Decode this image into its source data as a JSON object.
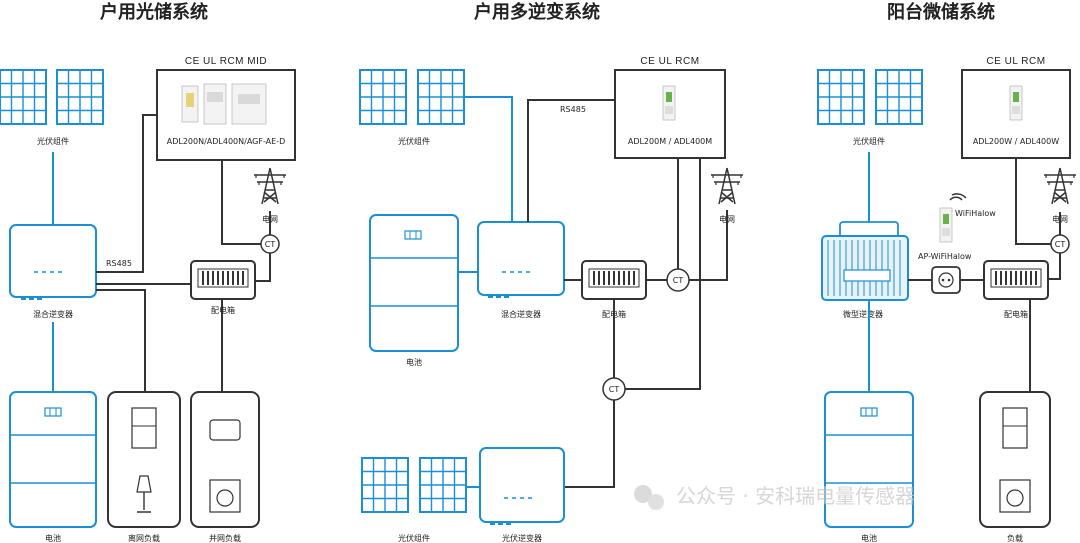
{
  "titles": {
    "residential": "户用光储系统",
    "multi": "户用多逆变系统",
    "balcony": "阳台微储系统"
  },
  "labels": {
    "pv": "光伏组件",
    "hybrid_inverter": "混合逆变器",
    "battery": "电池",
    "offgrid_load": "离网负载",
    "grid_load": "并网负载",
    "dist_box": "配电箱",
    "grid": "电网",
    "rs485": "RS485",
    "ct": "CT",
    "pv_inverter": "光伏逆变器",
    "micro_inverter": "微型逆变器",
    "load": "负载",
    "wifihalow": "WiFiHalow",
    "ap_wifihalow": "AP-WiFiHalow"
  },
  "meters": {
    "residential": {
      "certs": "CE  UL  RCM  MID",
      "models": "ADL200N/ADL400N/AGF-AE-D"
    },
    "multi": {
      "certs": "CE  UL  RCM",
      "models": "ADL200M / ADL400M"
    },
    "balcony": {
      "certs": "CE  UL  RCM",
      "models": "ADL200W / ADL400W"
    }
  },
  "watermark": "公众号 · 安科瑞电量传感器",
  "colors": {
    "accent": "#1a8fd6",
    "line": "#333333"
  }
}
